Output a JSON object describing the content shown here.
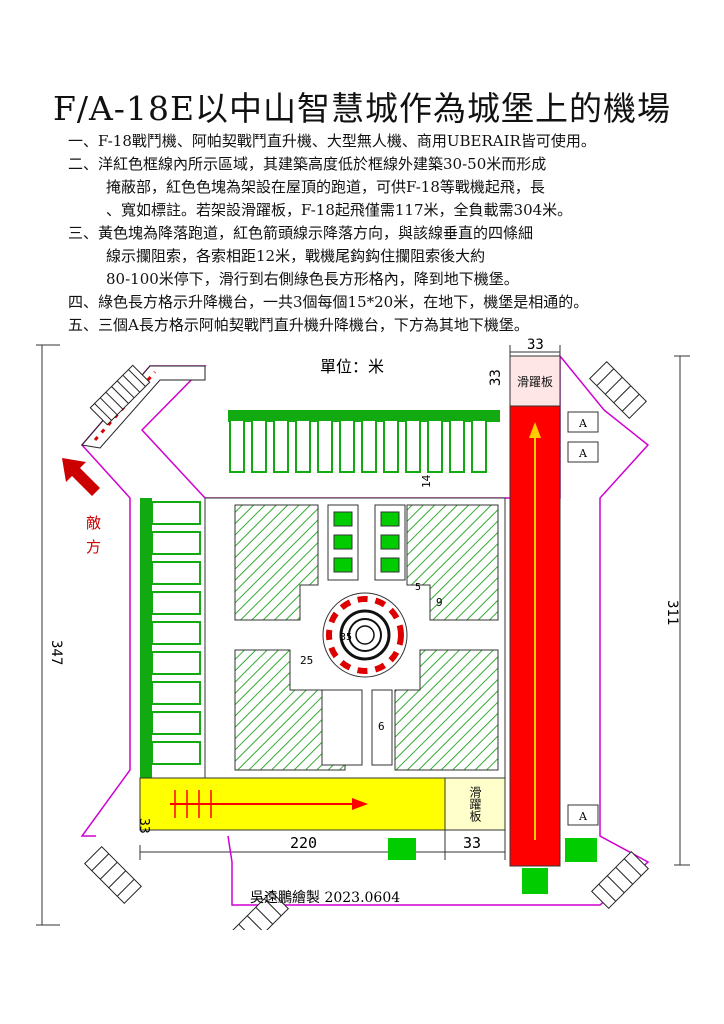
{
  "title": "F/A-18E以中山智慧城作為城堡上的機場",
  "notes": [
    "一、F-18戰鬥機、阿帕契戰鬥直升機、大型無人機、商用UBERAIR皆可使用。",
    "二、洋紅色框線內所示區域，其建築高度低於框線外建築30-50米而形成",
    "掩蔽部，紅色色塊為架設在屋頂的跑道，可供F-18等戰機起飛，長",
    "、寬如標註。若架設滑躍板，F-18起飛僅需117米，全負載需304米。",
    "三、黃色塊為降落跑道，紅色箭頭線示降落方向，與該線垂直的四條細",
    "線示攔阻索，各索相距12米，戰機尾鈎鈎住攔阻索後大約",
    "80-100米停下，滑行到右側綠色長方形格內，降到地下機堡。",
    "四、綠色長方格示升降機台，一共3個每個15*20米，在地下，機堡是相通的。",
    "五、三個A長方格示阿帕契戰鬥直升機升降機台，下方為其地下機堡。"
  ],
  "diagram": {
    "unit_label": "單位：米",
    "enemy_label": "敵方",
    "ski_jump_label": "滑躍板",
    "heli_pad_label": "A",
    "dimensions": {
      "total_height": "347",
      "runway_length": "311",
      "landing_length": "220",
      "ski_jump_length": "33",
      "ski_jump_width": "33",
      "runway_top_width": "33",
      "road_14": "14",
      "road_9": "9",
      "road_5": "5",
      "road_6": "6",
      "road_25": "25",
      "road_35": "35"
    },
    "credit": "吳遠鵬繪製 2023.0604",
    "colors": {
      "boundary": "#d000d0",
      "runway": "#ff0000",
      "landing": "#ffff00",
      "elevator": "#00cc00",
      "building": "#11aa11",
      "arrow": "#ff0000",
      "takeoff_arrow": "#ffcc00"
    }
  }
}
